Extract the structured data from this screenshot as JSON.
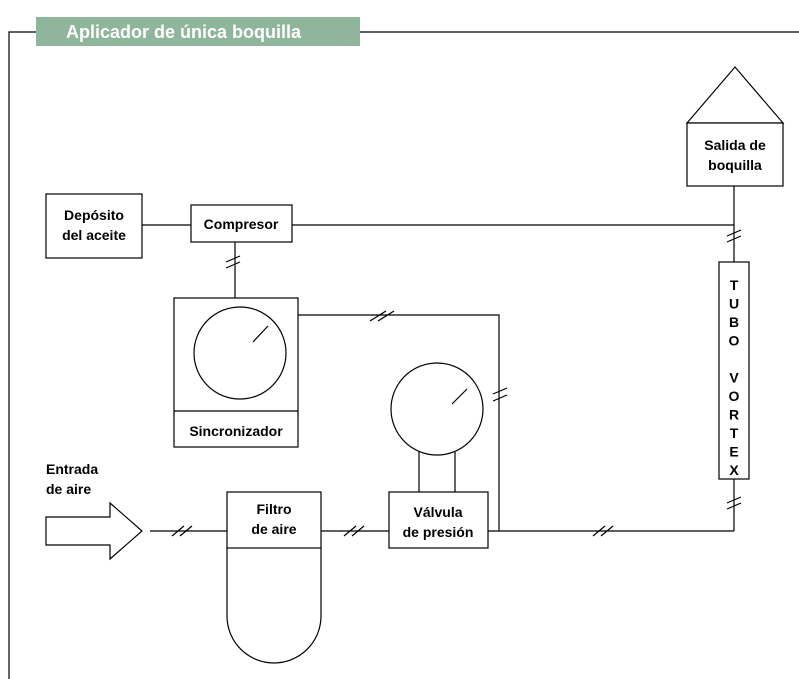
{
  "title": "Aplicador de única boquilla",
  "colors": {
    "title_bg": "#8fb59a",
    "title_text": "#ffffff",
    "line": "#000000"
  },
  "components": {
    "oil_tank": {
      "line1": "Depósito",
      "line2": "del aceite"
    },
    "compressor": {
      "label": "Compresor"
    },
    "synchronizer": {
      "label": "Sincronizador",
      "icon": "gauge-dial-icon"
    },
    "nozzle_outlet": {
      "line1": "Salida de",
      "line2": "boquilla"
    },
    "vortex_tube": {
      "letters": [
        "T",
        "U",
        "B",
        "O",
        "",
        "V",
        "O",
        "R",
        "T",
        "E",
        "X"
      ]
    },
    "pressure_valve": {
      "line1": "Válvula",
      "line2": "de presión",
      "icon": "pressure-gauge-icon"
    },
    "air_filter": {
      "line1": "Filtro",
      "line2": "de aire"
    },
    "air_inlet": {
      "line1": "Entrada",
      "line2": "de aire",
      "icon": "arrow-right-icon"
    }
  }
}
